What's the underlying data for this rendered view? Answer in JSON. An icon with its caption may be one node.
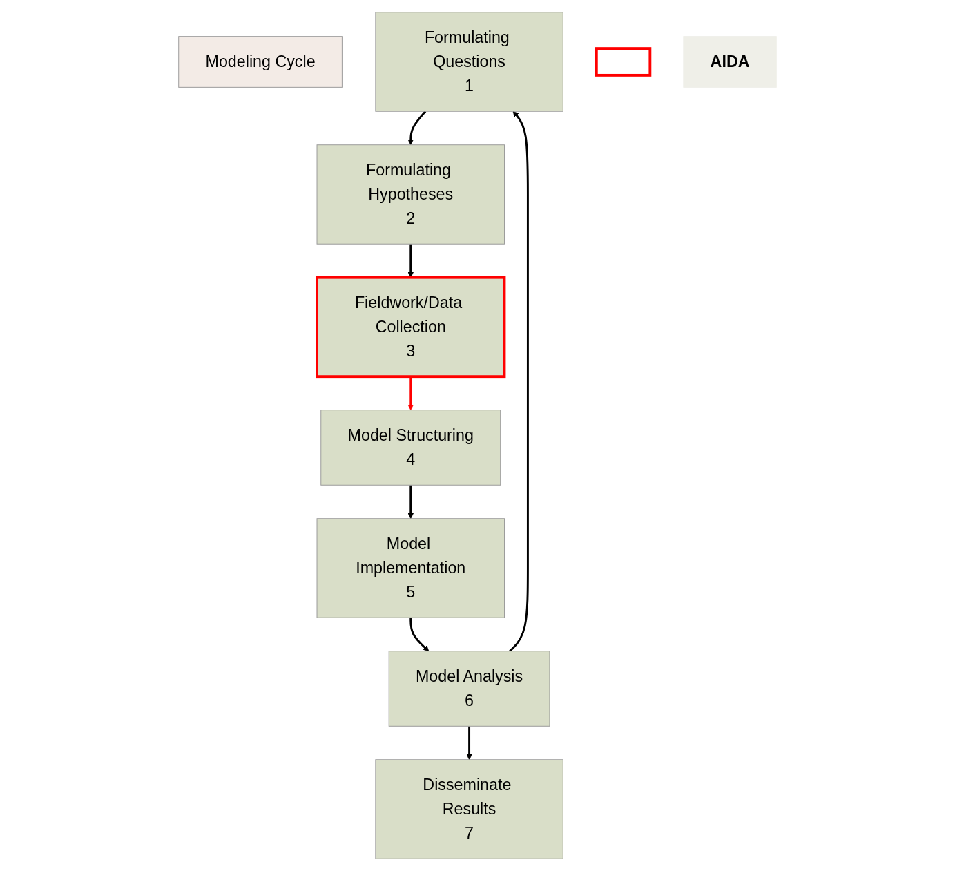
{
  "diagram": {
    "nodes": [
      {
        "text": [
          "Disseminate Results",
          "7"
        ]
      },
      {
        "text": [
          "Modeling Cycle"
        ]
      },
      {
        "text": [
          "Formulating Questions",
          "1"
        ]
      },
      {
        "text": [],
        "shape": "box"
      },
      {
        "text": [
          "Model Analysis",
          "6"
        ]
      },
      {
        "text": [
          "Formulating Hypotheses",
          "2"
        ]
      },
      {
        "text": [
          "AIDA"
        ]
      },
      {
        "text": [
          "Fieldwork/Data Collection",
          "3"
        ]
      },
      {
        "text": [
          "Model Implementation",
          "5"
        ]
      },
      {
        "text": [
          "Model Structuring",
          "4"
        ]
      }
    ],
    "edges": [
      {
        "from": 2,
        "to": 5,
        "arrow": "to"
      },
      {
        "from": 5,
        "to": 7,
        "arrow": "to"
      },
      {
        "from": 7,
        "to": 9,
        "arrow": "to",
        "color": "#ff0000"
      },
      {
        "from": 9,
        "to": 8,
        "arrow": "to"
      },
      {
        "from": 8,
        "to": 4,
        "arrow": "to"
      },
      {
        "from": 4,
        "to": 2,
        "arrow": "to"
      },
      {
        "from": 4,
        "to": 0,
        "arrow": "to"
      }
    ]
  }
}
